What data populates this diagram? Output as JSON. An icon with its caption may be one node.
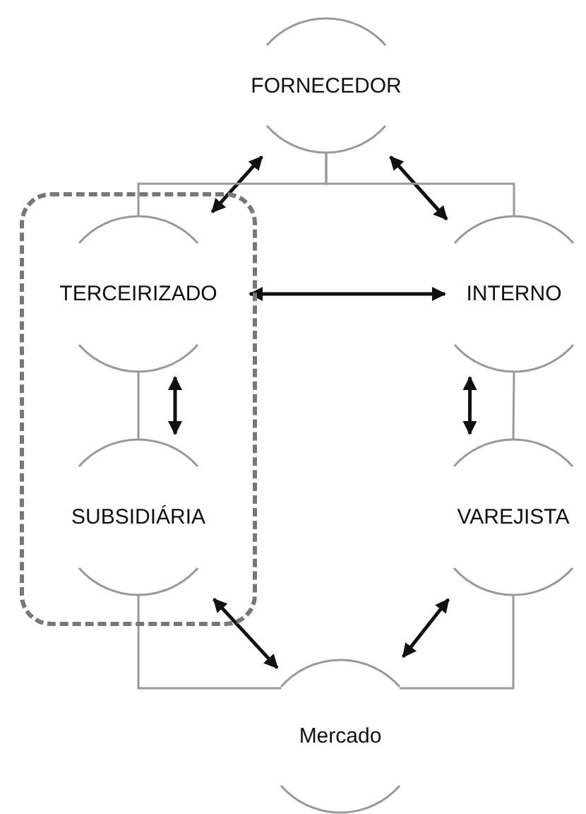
{
  "diagram": {
    "nodes": [
      {
        "text": [
          "FORNECEDOR"
        ]
      },
      {
        "text": [],
        "shape": "box"
      },
      {
        "text": [
          "TERCEIRIZADO"
        ],
        "in": 1
      },
      {
        "text": [
          "INTERNO"
        ]
      },
      {
        "text": [
          "SUBSIDIÁRIA"
        ],
        "in": 1
      },
      {
        "text": [
          "VAREJISTA"
        ]
      },
      {
        "text": [
          "Mercado"
        ]
      }
    ],
    "edges": [
      {
        "from": 0,
        "to": 2,
        "arrow": "both"
      },
      {
        "from": 0,
        "to": 3,
        "arrow": "both"
      },
      {
        "from": 2,
        "to": 3,
        "arrow": "both"
      },
      {
        "from": 2,
        "to": 4,
        "arrow": "both"
      },
      {
        "from": 3,
        "to": 5,
        "arrow": "both"
      },
      {
        "from": 4,
        "to": 6,
        "arrow": "both"
      },
      {
        "from": 5,
        "to": 6,
        "arrow": "both"
      },
      {
        "from": 0,
        "to": 2,
        "arrow": "none",
        "color": "#999999"
      },
      {
        "from": 0,
        "to": 3,
        "arrow": "none",
        "color": "#999999"
      },
      {
        "from": 2,
        "to": 4,
        "arrow": "none",
        "color": "#999999"
      },
      {
        "from": 3,
        "to": 5,
        "arrow": "none",
        "color": "#999999"
      },
      {
        "from": 4,
        "to": 6,
        "arrow": "none",
        "color": "#999999"
      },
      {
        "from": 5,
        "to": 6,
        "arrow": "none",
        "color": "#999999"
      }
    ]
  }
}
